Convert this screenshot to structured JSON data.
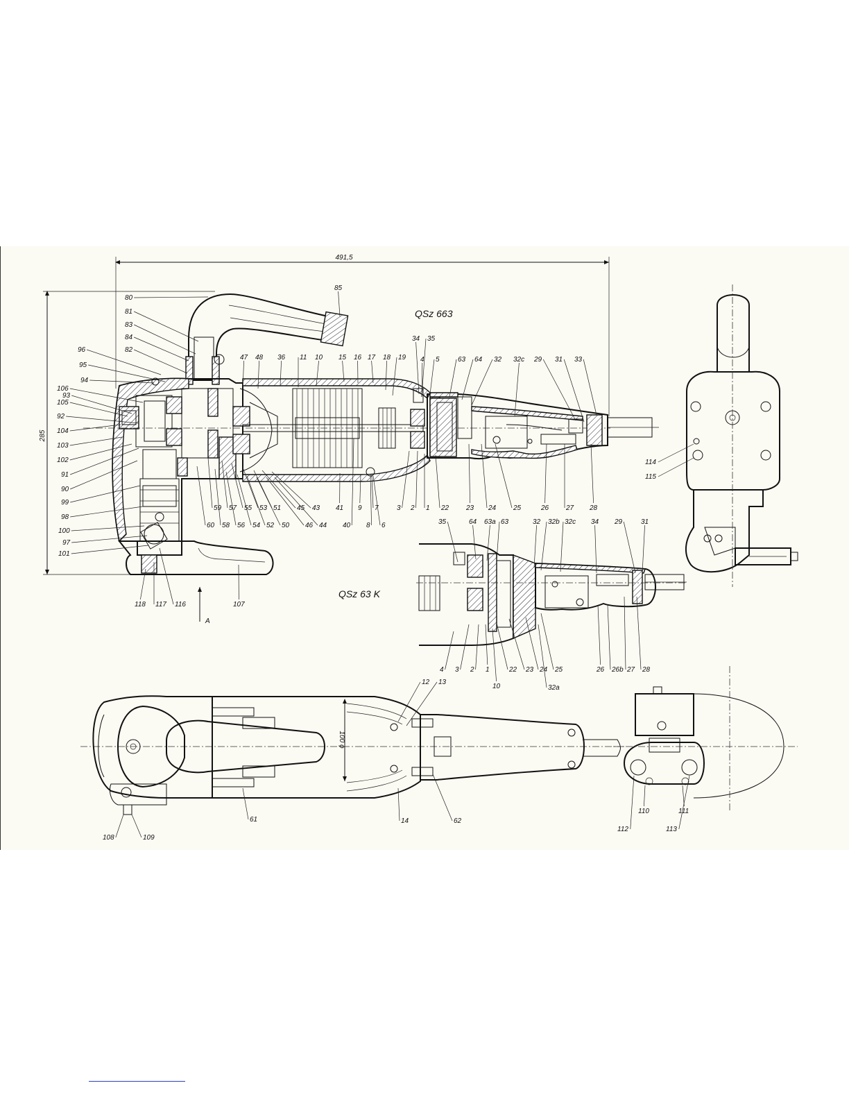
{
  "colors": {
    "paper": "#fbfaf3",
    "ink": "#111111",
    "footer_rule": "#2b3fb8"
  },
  "titles": {
    "main": "QSz 663",
    "variant": "QSz 63 K"
  },
  "dimensions": {
    "length": "491,5",
    "height": "285",
    "diameter": "100 ϕ"
  },
  "view_arrow": "A",
  "labels": {
    "left": [
      "96",
      "95",
      "94",
      "106",
      "105",
      "92",
      "93",
      "104",
      "103",
      "102",
      "91",
      "90",
      "99",
      "98",
      "100",
      "97",
      "101"
    ],
    "handle": [
      "80",
      "81",
      "83",
      "84",
      "82",
      "85"
    ],
    "top": [
      "47",
      "48",
      "36",
      "11",
      "10",
      "15",
      "16",
      "17",
      "18",
      "19",
      "34",
      "35",
      "4",
      "5",
      "63",
      "64",
      "32",
      "32c",
      "29",
      "31",
      "33"
    ],
    "bottom": [
      "59",
      "57",
      "55",
      "53",
      "51",
      "45",
      "43",
      "60",
      "58",
      "56",
      "54",
      "52",
      "50",
      "46",
      "44",
      "41",
      "40",
      "9",
      "8",
      "7",
      "6",
      "3",
      "2",
      "1",
      "22",
      "23",
      "24",
      "25",
      "26",
      "27",
      "28"
    ],
    "base": [
      "118",
      "117",
      "116",
      "107"
    ],
    "side_view": [
      "114",
      "115"
    ],
    "variant_top": [
      "35",
      "64",
      "63a",
      "63",
      "32",
      "32b",
      "32c",
      "34",
      "29",
      "31"
    ],
    "variant_bottom": [
      "4",
      "3",
      "2",
      "1",
      "22",
      "23",
      "24",
      "25",
      "26",
      "26b",
      "27",
      "28",
      "10",
      "32a"
    ],
    "plan": [
      "12",
      "13",
      "61",
      "14",
      "62",
      "108",
      "109"
    ],
    "end_view": [
      "110",
      "111",
      "112",
      "113"
    ]
  }
}
